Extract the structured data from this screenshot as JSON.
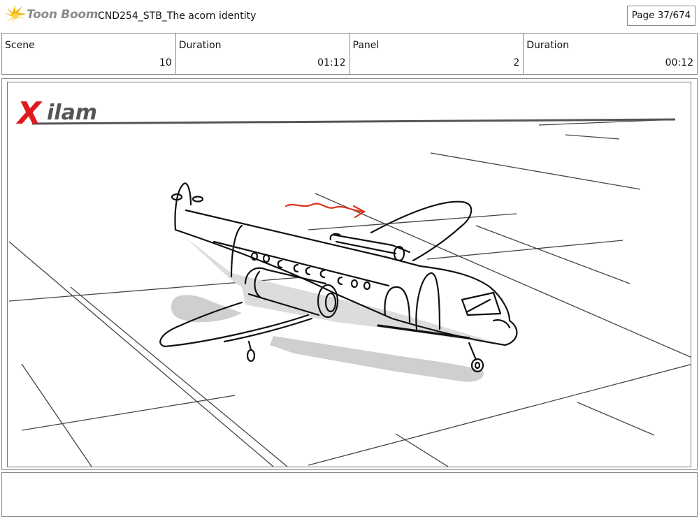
{
  "header": {
    "brand": "Toon Boom",
    "title": "CND254_STB_The acorn identity",
    "page_label": "Page",
    "page_value": "37/674"
  },
  "info": {
    "scene_label": "Scene",
    "scene_value": "10",
    "scene_duration_label": "Duration",
    "scene_duration_value": "01:12",
    "panel_label": "Panel",
    "panel_value": "2",
    "panel_duration_label": "Duration",
    "panel_duration_value": "00:12"
  },
  "panel": {
    "watermark_initial": "X",
    "watermark_rest": "ilam"
  },
  "colors": {
    "border": "#8a8a8a",
    "xilam_red": "#e0191e",
    "xilam_gray": "#555555",
    "toonboom_yellow": "#f5b400",
    "arrow_red": "#e0301e",
    "shadow": "#cfcfcf"
  },
  "notes": {
    "text": ""
  }
}
